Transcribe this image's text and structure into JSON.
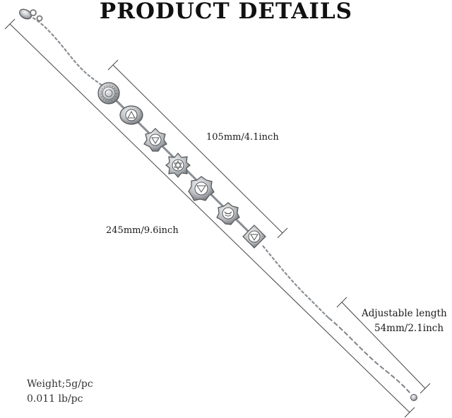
{
  "header": {
    "title": "PRODUCT DETAILS"
  },
  "dimensions": {
    "charm_section": "105mm/4.1inch",
    "total_length": "245mm/9.6inch",
    "adjustable_title": "Adjustable length",
    "adjustable_value": "54mm/2.1inch"
  },
  "weight": {
    "line1": "Weight;5g/pc",
    "line2": "0.011 lb/pc"
  },
  "colors": {
    "metal": "#9aa0a6",
    "metal_dark": "#5f656b",
    "line": "#444444"
  },
  "charms": [
    "crown-chakra-icon",
    "third-eye-chakra-icon",
    "throat-chakra-icon",
    "heart-chakra-icon",
    "solar-plexus-chakra-icon",
    "sacral-chakra-icon",
    "root-chakra-icon"
  ]
}
